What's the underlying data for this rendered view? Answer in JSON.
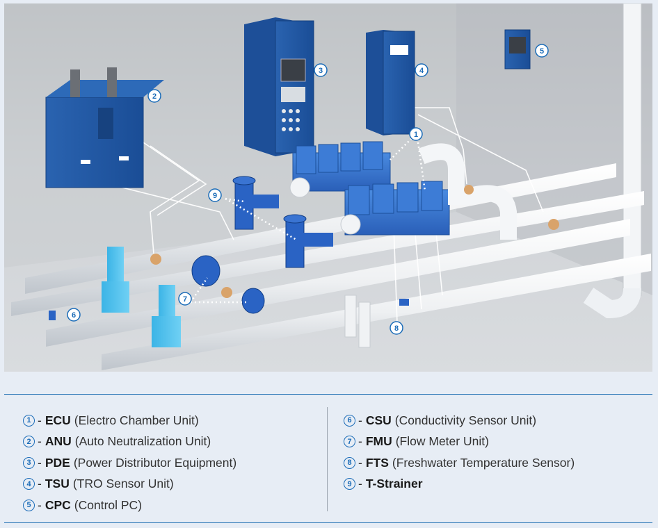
{
  "callouts": [
    {
      "num": "1"
    },
    {
      "num": "2"
    },
    {
      "num": "3"
    },
    {
      "num": "4"
    },
    {
      "num": "5"
    },
    {
      "num": "6"
    },
    {
      "num": "7"
    },
    {
      "num": "8"
    },
    {
      "num": "9"
    }
  ],
  "legend": {
    "left": [
      {
        "num": "1",
        "abbr": "ECU",
        "desc": "(Electro Chamber Unit)"
      },
      {
        "num": "2",
        "abbr": "ANU",
        "desc": "(Auto Neutralization Unit)"
      },
      {
        "num": "3",
        "abbr": "PDE",
        "desc": "(Power Distributor Equipment)"
      },
      {
        "num": "4",
        "abbr": "TSU",
        "desc": "(TRO Sensor Unit)"
      },
      {
        "num": "5",
        "abbr": "CPC",
        "desc": "(Control PC)"
      }
    ],
    "right": [
      {
        "num": "6",
        "abbr": "CSU",
        "desc": "(Conductivity Sensor Unit)"
      },
      {
        "num": "7",
        "abbr": "FMU",
        "desc": "(Flow Meter Unit)"
      },
      {
        "num": "8",
        "abbr": "FTS",
        "desc": "(Freshwater Temperature Sensor)"
      },
      {
        "num": "9",
        "abbr": "T-Strainer",
        "desc": ""
      }
    ],
    "separator": "-"
  },
  "colors": {
    "equipment_blue": "#1f5aa8",
    "cell_blue": "#2f6fd0",
    "pipe_white": "#f2f4f6",
    "accent": "#1b6cb8"
  }
}
